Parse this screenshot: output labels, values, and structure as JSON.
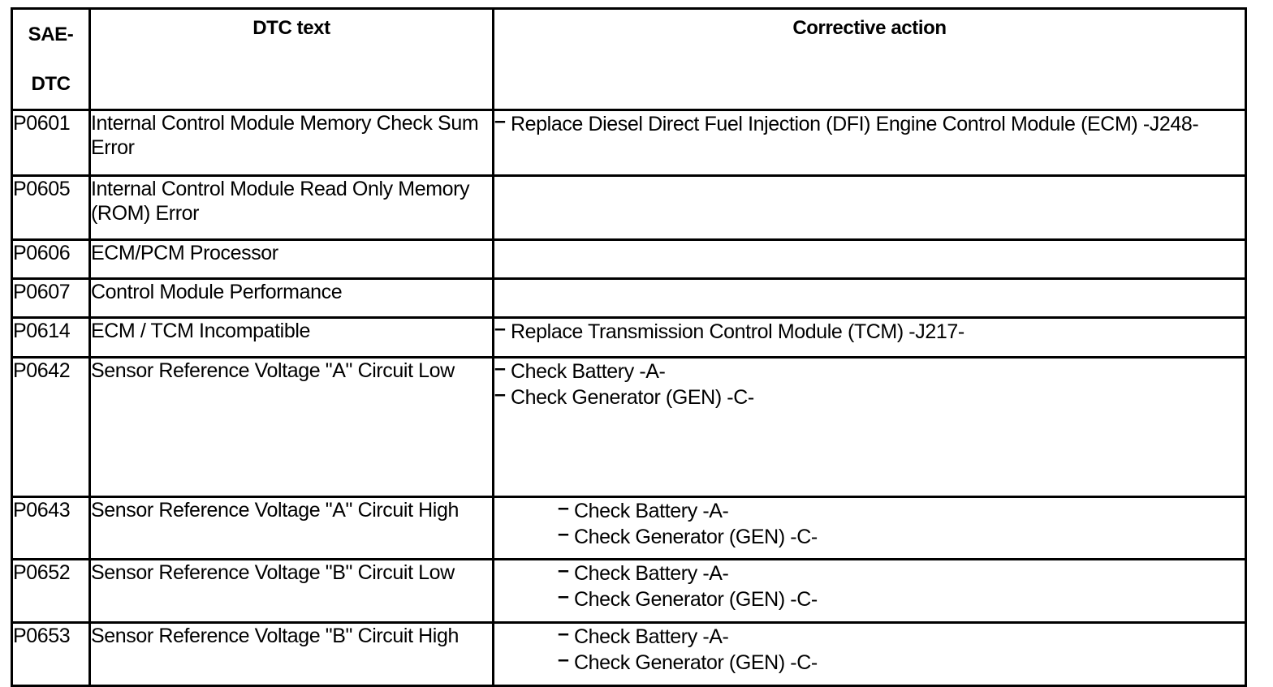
{
  "table": {
    "headers": {
      "code_line1": "SAE-",
      "code_line2": "DTC",
      "text": "DTC text",
      "action": "Corrective action"
    },
    "dash_symbol": "–",
    "rows": [
      {
        "code": "P0601",
        "text": "Internal Control Module Memory Check Sum Error",
        "actions": [
          "Replace Diesel Direct Fuel Injection (DFI) Engine Control Module (ECM) -J248-"
        ]
      },
      {
        "code": "P0605",
        "text": "Internal Control Module Read Only Memory (ROM) Error",
        "actions": []
      },
      {
        "code": "P0606",
        "text": "ECM/PCM Processor",
        "actions": []
      },
      {
        "code": "P0607",
        "text": "Control Module Performance",
        "actions": []
      },
      {
        "code": "P0614",
        "text": "ECM / TCM Incompatible",
        "actions": [
          "Replace Transmission Control Module (TCM) -J217-"
        ]
      },
      {
        "code": "P0642",
        "text": "Sensor Reference Voltage \"A\" Circuit Low",
        "actions": [
          "Check Battery -A-",
          "Check Generator (GEN) -C-"
        ]
      },
      {
        "code": "P0643",
        "text": "Sensor Reference Voltage \"A\" Circuit High",
        "actions": [
          "Check Battery -A-",
          "Check Generator (GEN) -C-"
        ]
      },
      {
        "code": "P0652",
        "text": "Sensor Reference Voltage \"B\" Circuit Low",
        "actions": [
          "Check Battery -A-",
          "Check Generator (GEN) -C-"
        ]
      },
      {
        "code": "P0653",
        "text": "Sensor Reference Voltage \"B\" Circuit High",
        "actions": [
          "Check Battery -A-",
          "Check Generator (GEN) -C-"
        ]
      }
    ]
  }
}
